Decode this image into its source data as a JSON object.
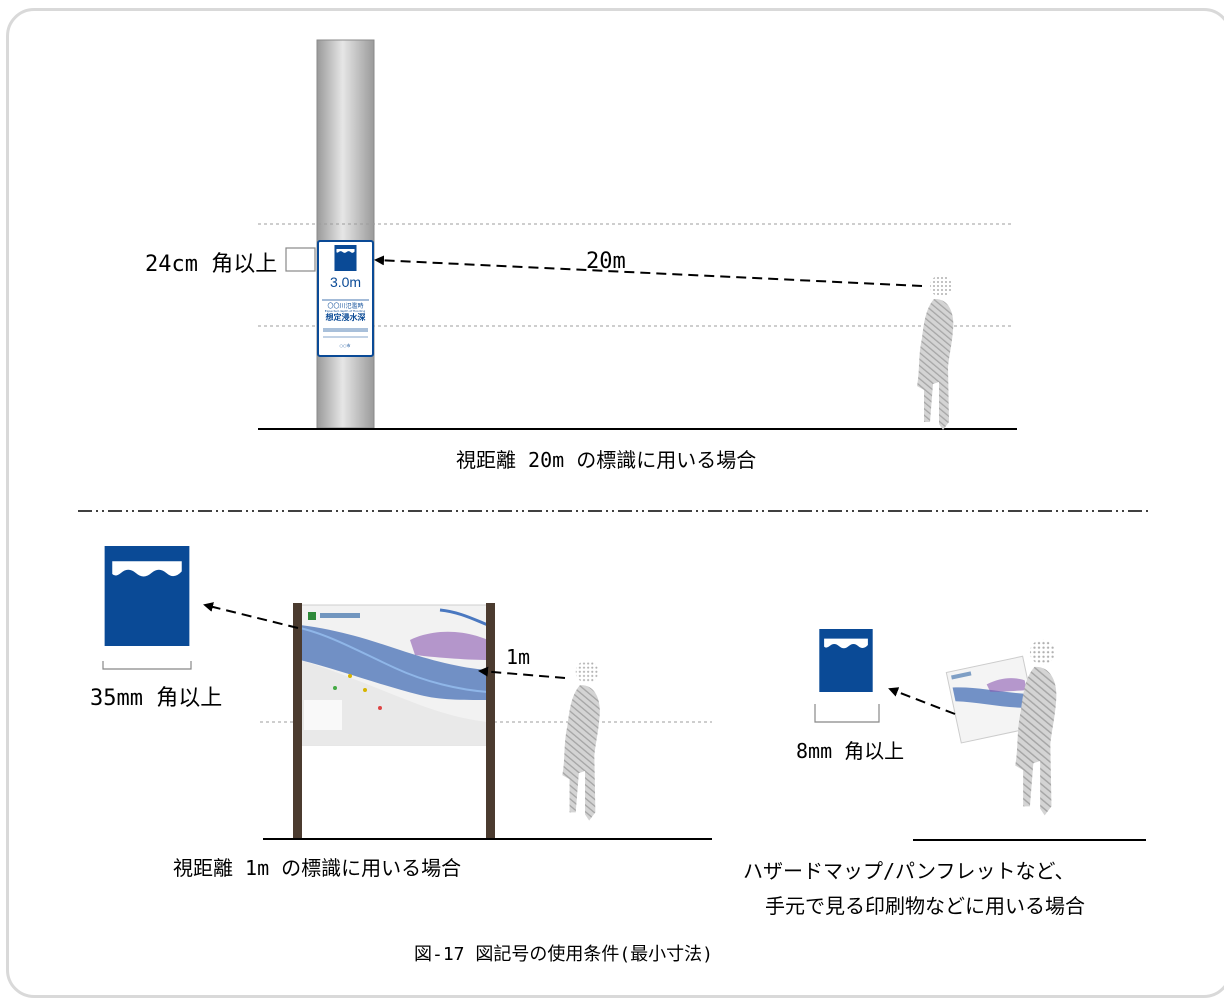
{
  "figure": {
    "caption": "図-17 図記号の使用条件(最小寸法)",
    "top_scene": {
      "size_label": "24cm 角以上",
      "distance_label": "20m",
      "caption": "視距離 20m の標識に用いる場合",
      "sign": {
        "depth_value": "3.0m",
        "river_name": "〇〇川氾濫時",
        "heading": "想定浸水深"
      }
    },
    "bottom_left_scene": {
      "size_label": "35mm 角以上",
      "distance_label": "1m",
      "caption": "視距離 1m の標識に用いる場合"
    },
    "bottom_right_scene": {
      "size_label": "8mm 角以上",
      "caption_line1": "ハザードマップ/パンフレットなど、",
      "caption_line2": "手元で見る印刷物などに用いる場合"
    }
  },
  "colors": {
    "symbol_blue": "#0a4a96",
    "person_gray": "#b3b3b3",
    "pole_gray": "#c9c9c9",
    "post_brown": "#4b3b2f",
    "guide_gray": "#9c9c9c"
  }
}
